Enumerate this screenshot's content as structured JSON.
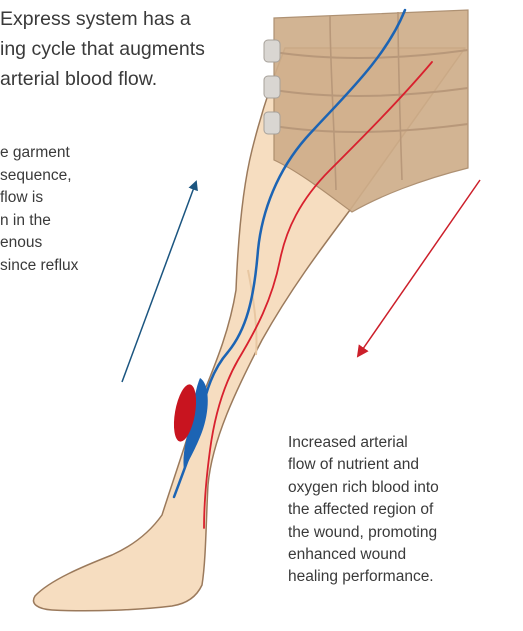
{
  "top_caption": [
    "Express system has a",
    "ing cycle that augments",
    "arterial blood flow."
  ],
  "left_caption": [
    "e garment",
    "sequence,",
    "flow is",
    "n in the",
    "enous",
    "since reflux"
  ],
  "right_caption": [
    "Increased arterial",
    "flow of nutrient and",
    "oxygen rich blood into",
    "the affected region of",
    "the wound, promoting",
    "enhanced wound",
    "healing performance."
  ],
  "colors": {
    "skin": "#f6ddc0",
    "skin_outline": "#9b7a5c",
    "garment": "#cfae8a",
    "vein": "#1c64b4",
    "artery": "#d8212e",
    "wound": "#c8141f",
    "venous_arrow": "#1b5580",
    "arterial_arrow": "#cc1f2a",
    "text": "#3a3a3a"
  }
}
